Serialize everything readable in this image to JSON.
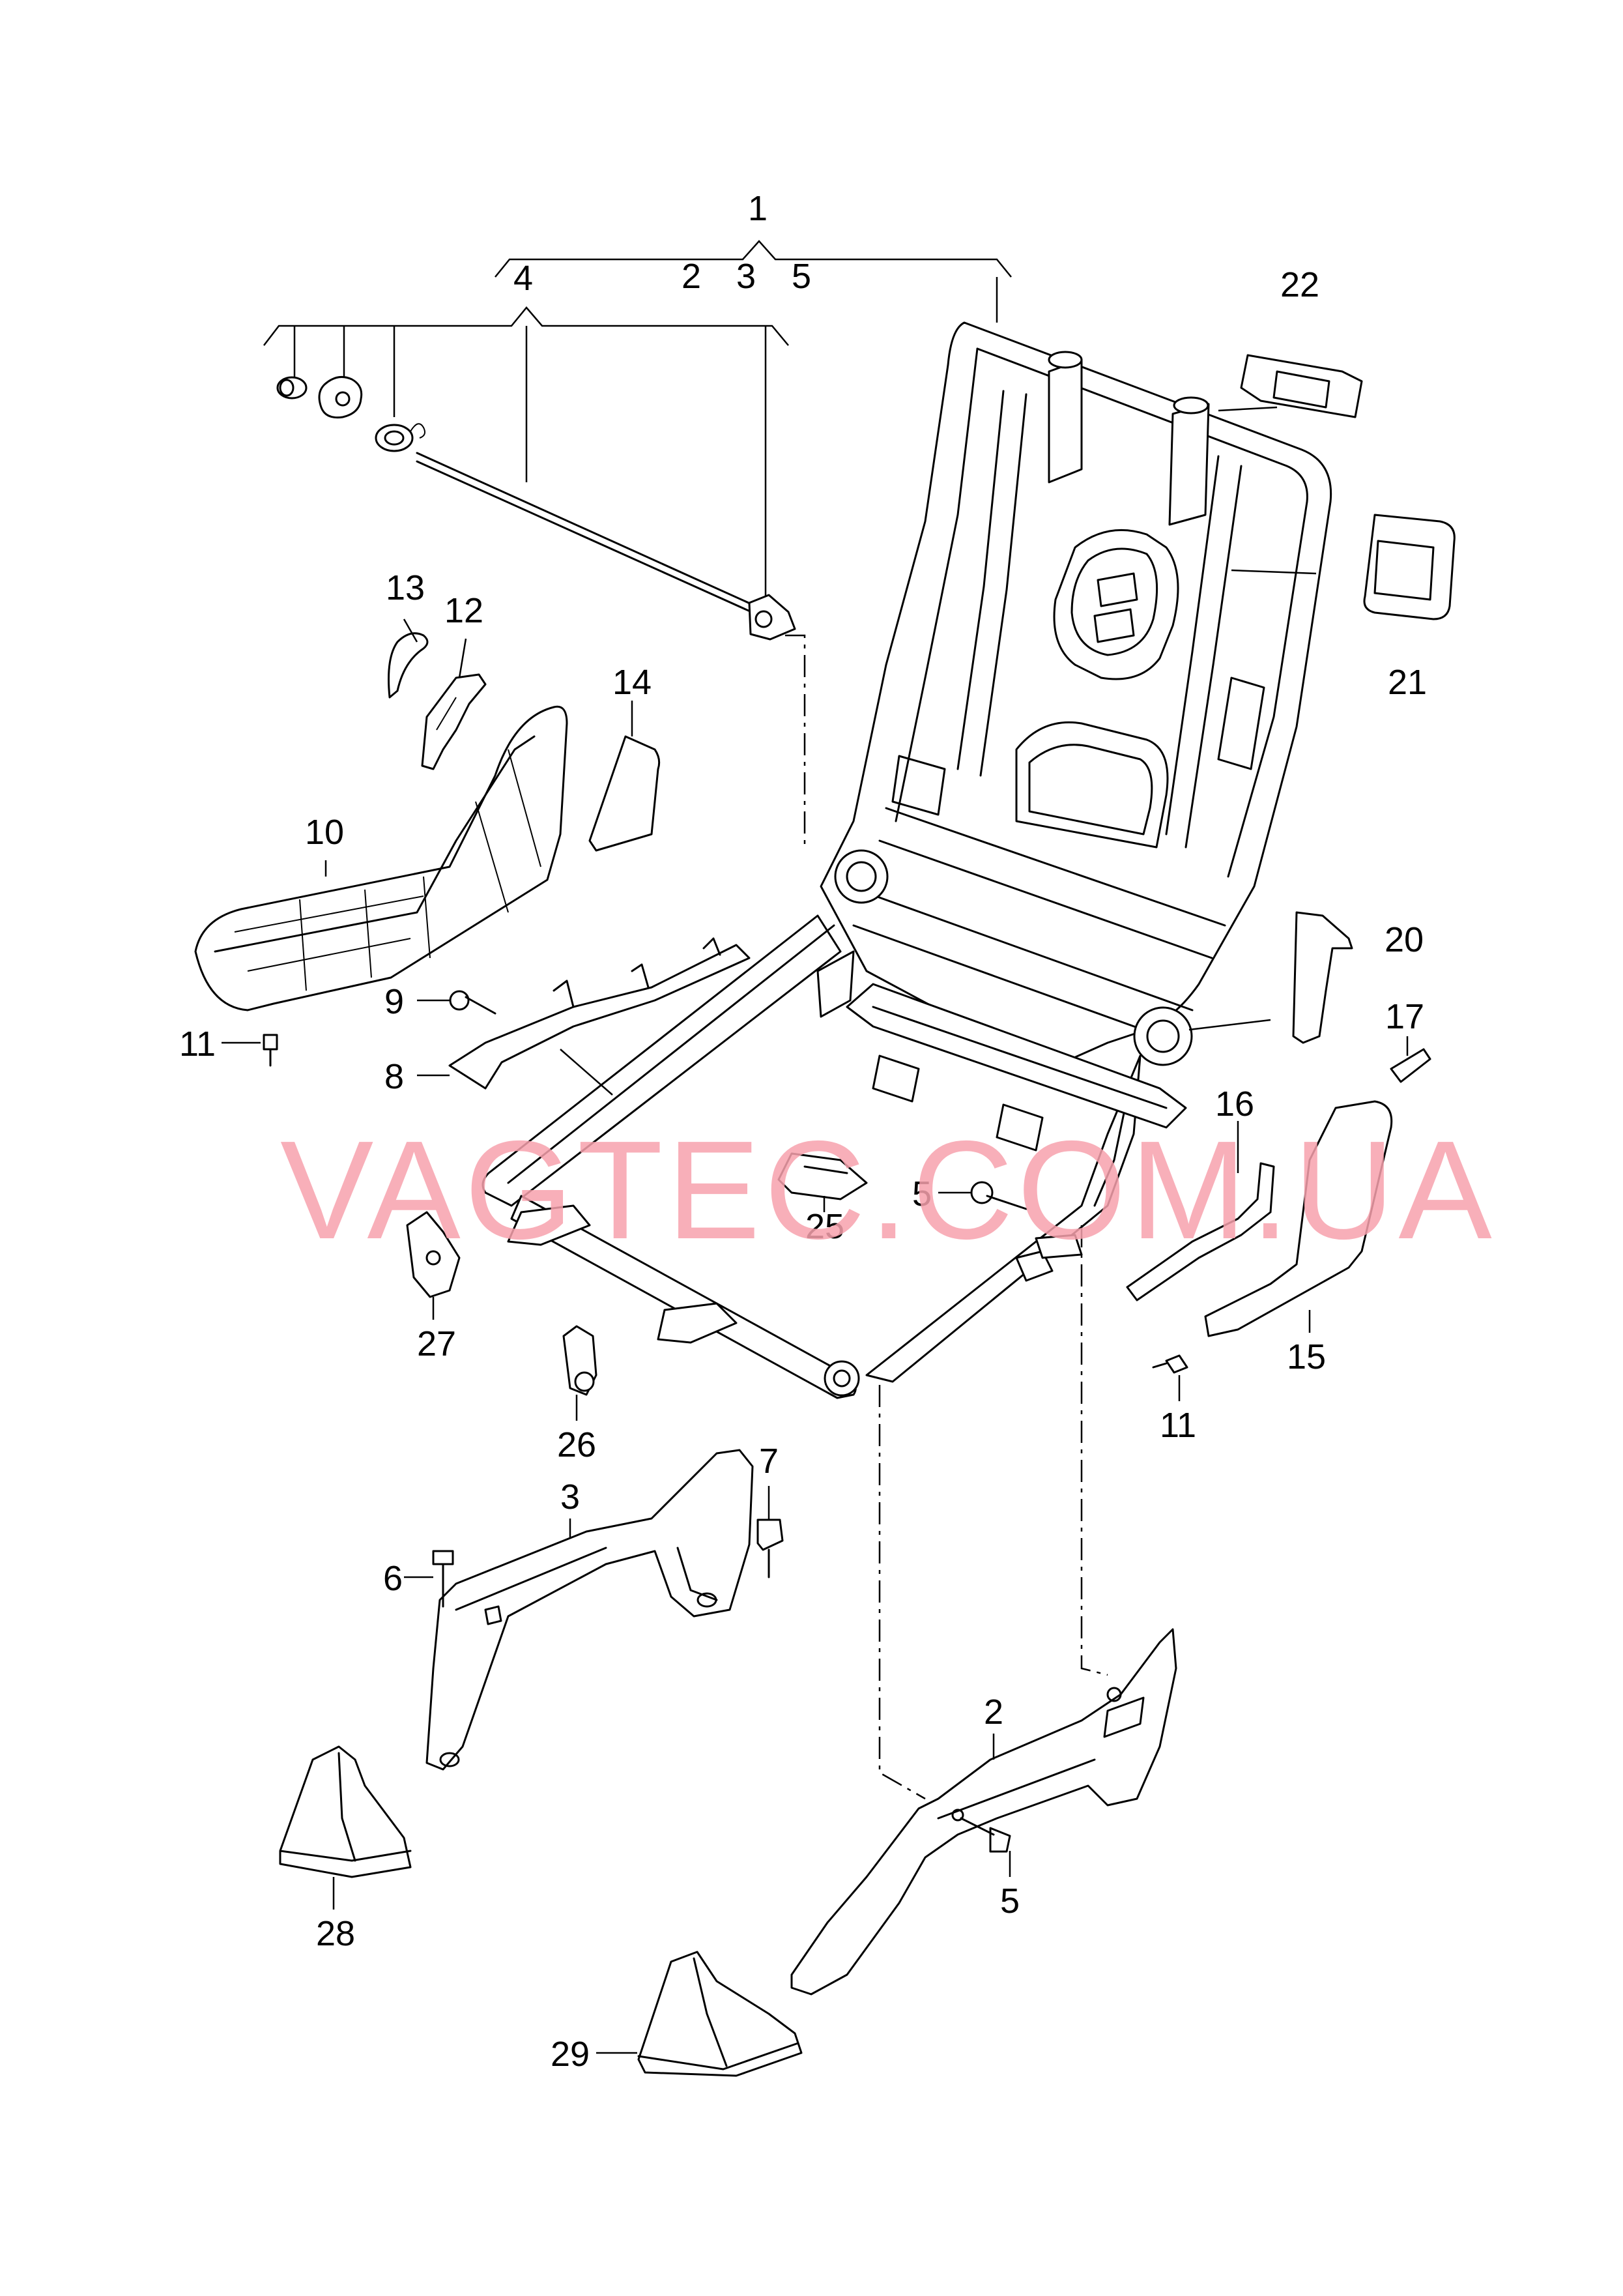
{
  "watermark": "VAGTEC.COM.UA",
  "callouts": {
    "c1": "1",
    "c2": "2",
    "c3": "3",
    "c4": "4",
    "c5": "5",
    "c2b": "2",
    "c3b": "3",
    "c5b": "5",
    "c5c": "5",
    "c6": "6",
    "c7": "7",
    "c8": "8",
    "c9": "9",
    "c10": "10",
    "c11": "11",
    "c11b": "11",
    "c12": "12",
    "c13": "13",
    "c14": "14",
    "c15": "15",
    "c16": "16",
    "c17": "17",
    "c20": "20",
    "c21": "21",
    "c22": "22",
    "c25": "25",
    "c26": "26",
    "c27": "27",
    "c28": "28",
    "c29": "29"
  },
  "colors": {
    "line": "#000000",
    "watermark": "#f7a2ad",
    "background": "#ffffff"
  }
}
